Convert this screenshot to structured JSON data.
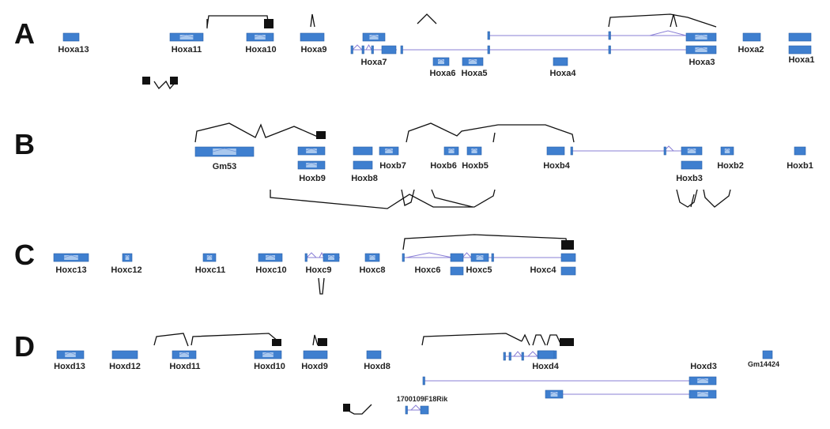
{
  "panels": [
    {
      "letter": "A",
      "genes": [
        "Hoxa13",
        "Hoxa11",
        "Hoxa10",
        "Hoxa9",
        "Hoxa7",
        "Hoxa6",
        "Hoxa5",
        "Hoxa4",
        "Hoxa3",
        "Hoxa2",
        "Hoxa1"
      ]
    },
    {
      "letter": "B",
      "genes": [
        "Gm53",
        "Hoxb9",
        "Hoxb8",
        "Hoxb7",
        "Hoxb6",
        "Hoxb5",
        "Hoxb4",
        "Hoxb3",
        "Hoxb2",
        "Hoxb1"
      ]
    },
    {
      "letter": "C",
      "genes": [
        "Hoxc13",
        "Hoxc12",
        "Hoxc11",
        "Hoxc10",
        "Hoxc9",
        "Hoxc8",
        "Hoxc6",
        "Hoxc5",
        "Hoxc4"
      ]
    },
    {
      "letter": "D",
      "genes": [
        "Hoxd13",
        "Hoxd12",
        "Hoxd11",
        "Hoxd10",
        "Hoxd9",
        "Hoxd8",
        "Hoxd4",
        "Hoxd3",
        "Gm14424",
        "1700109F18Rik"
      ]
    }
  ],
  "colors": {
    "exon": "#3f7fcf",
    "exon_light": "#a9c8ee",
    "intron": "#8a7fd6",
    "junction": "#111111"
  }
}
